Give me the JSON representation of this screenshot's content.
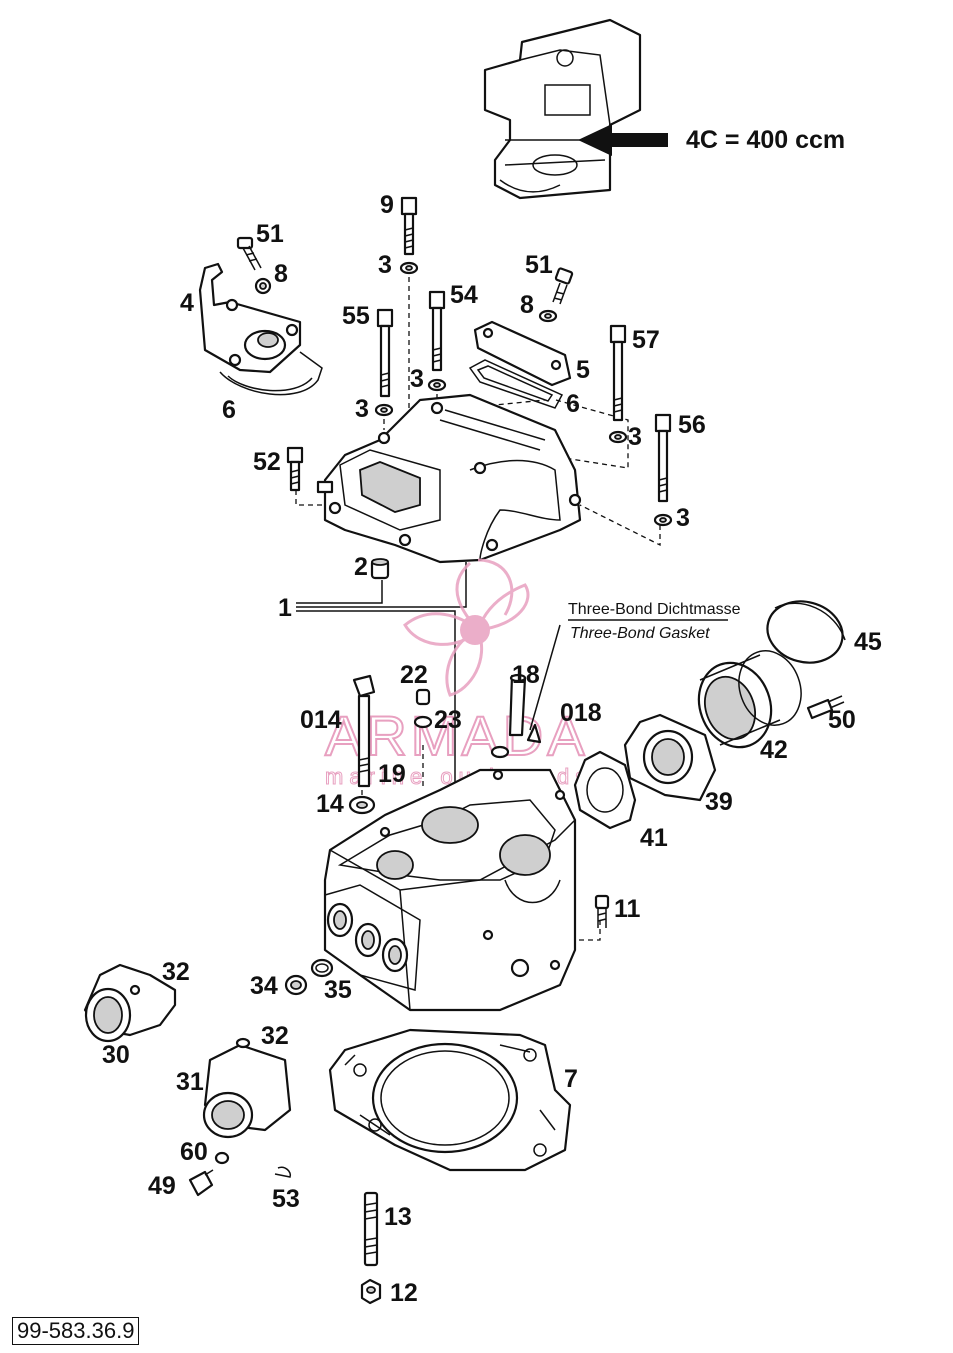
{
  "callout": "4C = 400 ccm",
  "note": {
    "line1": "Three-Bond Dichtmasse",
    "line2": "Three-Bond Gasket"
  },
  "watermark": {
    "brand": "ARMADA",
    "tagline": "marine outboards",
    "color": "#e8a0c0"
  },
  "drawing_number": "99-583.36.9",
  "labels": {
    "l1": "1",
    "l2": "2",
    "l3a": "3",
    "l3b": "3",
    "l3c": "3",
    "l3d": "3",
    "l3e": "3",
    "l4": "4",
    "l5": "5",
    "l6a": "6",
    "l6b": "6",
    "l7": "7",
    "l8a": "8",
    "l8b": "8",
    "l9": "9",
    "l11": "11",
    "l12": "12",
    "l13": "13",
    "l14": "14",
    "l18": "18",
    "l19": "19",
    "l22": "22",
    "l23": "23",
    "l30": "30",
    "l31": "31",
    "l32a": "32",
    "l32b": "32",
    "l34": "34",
    "l35": "35",
    "l39": "39",
    "l41": "41",
    "l42": "42",
    "l45": "45",
    "l49": "49",
    "l50": "50",
    "l51a": "51",
    "l51b": "51",
    "l52": "52",
    "l53": "53",
    "l54": "54",
    "l55": "55",
    "l56": "56",
    "l57": "57",
    "l60": "60",
    "l014": "014",
    "l018": "018"
  }
}
